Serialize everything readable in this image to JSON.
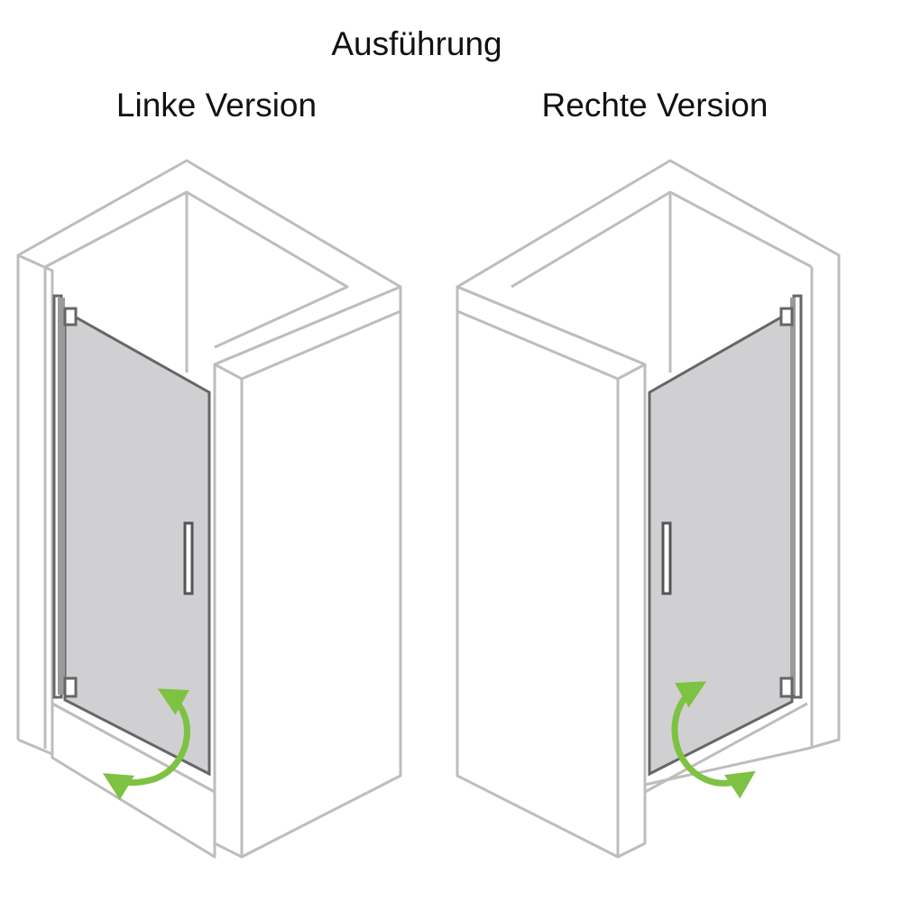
{
  "title": "Ausführung",
  "variants": [
    {
      "label": "Linke Version",
      "hinge_side": "left"
    },
    {
      "label": "Rechte Version",
      "hinge_side": "right"
    }
  ],
  "colors": {
    "wall_outline": "#bdbdbd",
    "glass_fill": "#d0d0d2",
    "frame": "#666666",
    "arrow": "#7dc243",
    "text": "#111111"
  }
}
